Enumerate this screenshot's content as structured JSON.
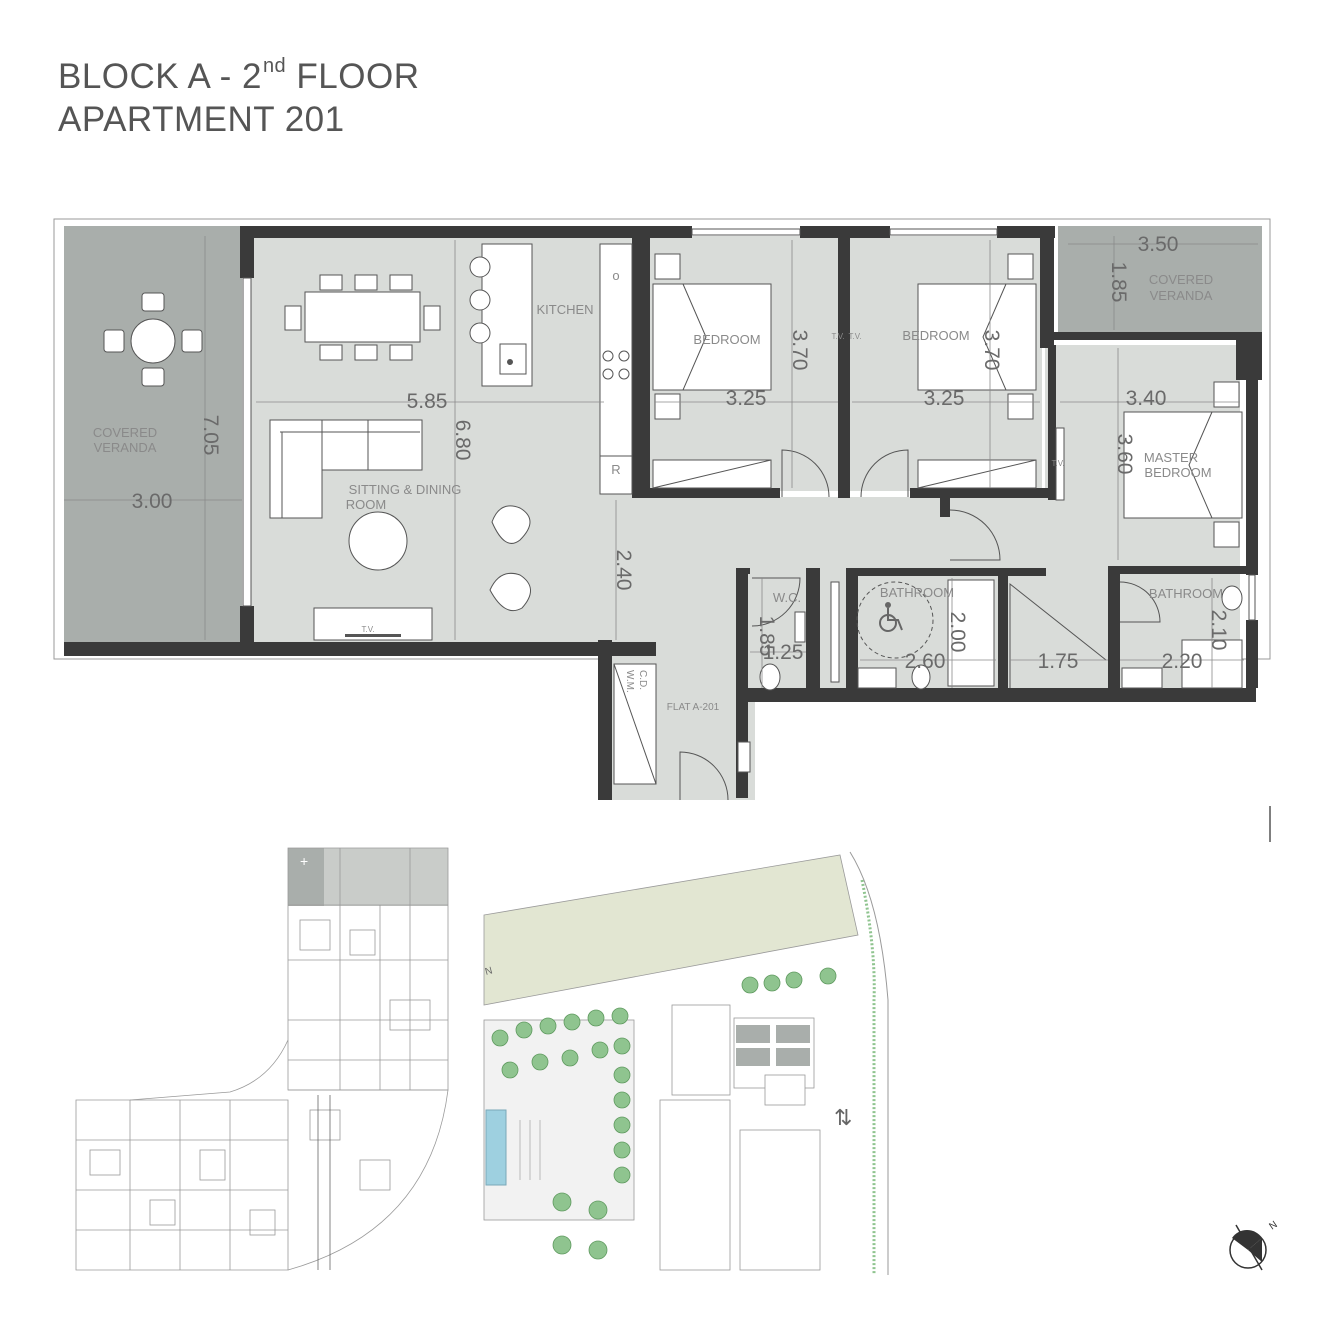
{
  "header": {
    "line1_prefix": "BLOCK A - 2",
    "line1_sup": "nd",
    "line1_suffix": " FLOOR",
    "line2": "APARTMENT 201"
  },
  "rooms": {
    "veranda_left": [
      "COVERED",
      "VERANDA"
    ],
    "veranda_right": [
      "COVERED",
      "VERANDA"
    ],
    "kitchen": "KITCHEN",
    "sitting": [
      "SITTING & DINING",
      "ROOM"
    ],
    "bedroom1": "BEDROOM",
    "bedroom2": "BEDROOM",
    "master": [
      "MASTER",
      "BEDROOM"
    ],
    "bathroom1": "BATHROOM",
    "bathroom2": "BATHROOM",
    "wc": "W.C.",
    "flat_label": "FLAT A-201",
    "cd": "C.D.",
    "wm": "W.M.",
    "tv": "T.V.",
    "fridge": "R",
    "oven": "o"
  },
  "dimensions": {
    "veranda_left_w": "3.00",
    "veranda_left_h": "7.05",
    "sitting_w": "5.85",
    "sitting_h": "6.80",
    "hall_h": "2.40",
    "bed1_w": "3.25",
    "bed1_h": "3.70",
    "bed2_w": "3.25",
    "bed2_h": "3.70",
    "master_w": "3.40",
    "master_h": "3.60",
    "veranda_right_w": "3.50",
    "veranda_right_h": "1.85",
    "wc_w": "1.25",
    "wc_h": "1.85",
    "bath1_w": "2.60",
    "bath1_h": "2.00",
    "corridor_w": "1.75",
    "bath2_w": "2.20",
    "bath2_h": "2.10"
  },
  "colors": {
    "floor": "#d9dcd9",
    "wall": "#3a3a3a",
    "veranda": "#a9aeab",
    "landscape_green": "#8fc48f",
    "pool": "#9ed0e0"
  },
  "icons": {
    "north_arrow": "north-arrow-icon",
    "accessibility": "wheelchair-icon",
    "lift": "lift-arrows-icon"
  },
  "compass_letter": "N"
}
